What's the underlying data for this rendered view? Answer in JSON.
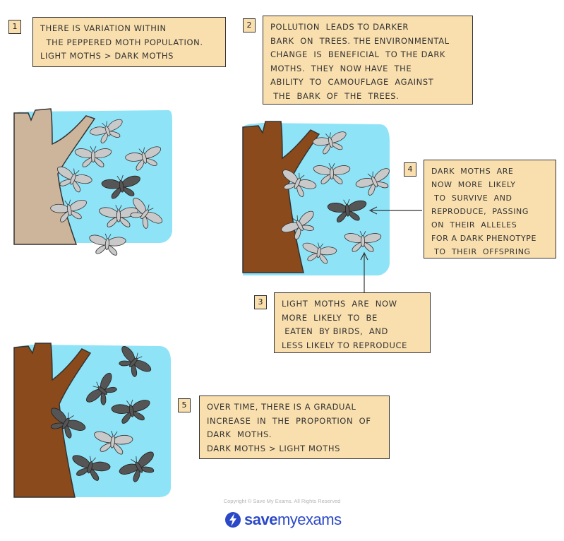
{
  "steps": [
    {
      "number": "1",
      "lines": [
        "THERE IS VARIATION WITHIN",
        "  THE PEPPERED MOTH POPULATION.",
        "LIGHT MOTHS > DARK MOTHS"
      ]
    },
    {
      "number": "2",
      "lines": [
        "POLLUTION  LEADS TO DARKER",
        "BARK  ON  TREES. THE ENVIRONMENTAL",
        "CHANGE  IS  BENEFICIAL  TO THE DARK",
        "MOTHS.  THEY  NOW HAVE  THE",
        "ABILITY  TO  CAMOUFLAGE  AGAINST",
        " THE  BARK  OF  THE  TREES."
      ]
    },
    {
      "number": "3",
      "lines": [
        "LIGHT  MOTHS  ARE  NOW",
        "MORE  LIKELY  TO  BE",
        " EATEN  BY BIRDS,  AND",
        "LESS LIKELY TO REPRODUCE"
      ]
    },
    {
      "number": "4",
      "lines": [
        "DARK  MOTHS  ARE",
        "NOW  MORE  LIKELY",
        " TO  SURVIVE  AND",
        "REPRODUCE,  PASSING",
        "ON  THEIR  ALLELES",
        "FOR A DARK PHENOTYPE",
        " TO  THEIR  OFFSPRING"
      ]
    },
    {
      "number": "5",
      "lines": [
        "OVER TIME, THERE IS A GRADUAL",
        "INCREASE  IN  THE  PROPORTION  OF",
        "DARK  MOTHS.",
        "DARK MOTHS > LIGHT MOTHS"
      ]
    }
  ],
  "colors": {
    "note_fill": "#f9dfae",
    "sky": "#8ee3f7",
    "light_bark": "#cdb59c",
    "dark_bark": "#8a4a1c",
    "light_moth": "#c9c9c9",
    "dark_moth": "#555555",
    "brand_blue": "#2b49c7"
  },
  "footer": {
    "copyright": "Copyright © Save My Exams. All Rights Reserved",
    "brand_bold": "save",
    "brand_rest": "myexams",
    "logo_icon": "lightning-bolt-icon"
  }
}
